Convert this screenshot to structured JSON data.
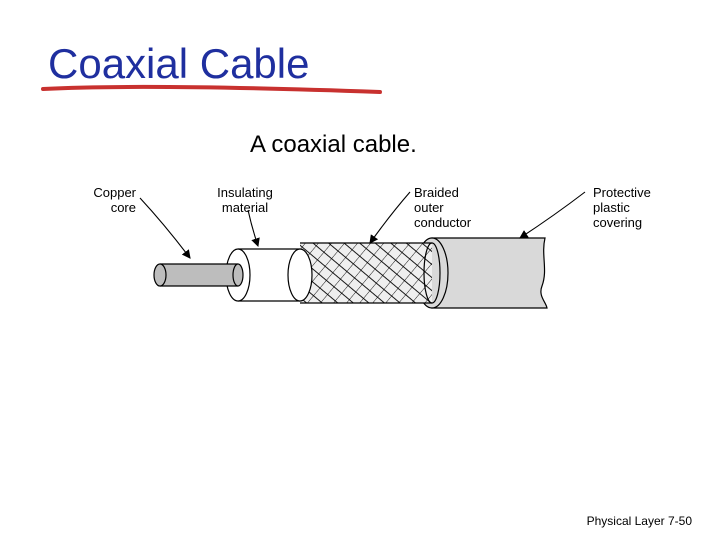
{
  "slide": {
    "title": "Coaxial Cable",
    "caption": "A coaxial cable.",
    "footer": "Physical Layer  7-50",
    "title_color": "#1f2f9f",
    "underline_color": "#c8312f"
  },
  "diagram": {
    "labels": {
      "copper_core": "Copper\ncore",
      "insulating_material": "Insulating\nmaterial",
      "braided_outer_conductor": "Braided\nouter\nconductor",
      "protective_plastic_covering": "Protective\nplastic\ncovering"
    },
    "colors": {
      "covering_fill": "#d9d9d9",
      "insulation_fill": "#ffffff",
      "core_fill": "#bdbdbd",
      "braid_fill": "#efefef",
      "outline": "#000000"
    }
  }
}
